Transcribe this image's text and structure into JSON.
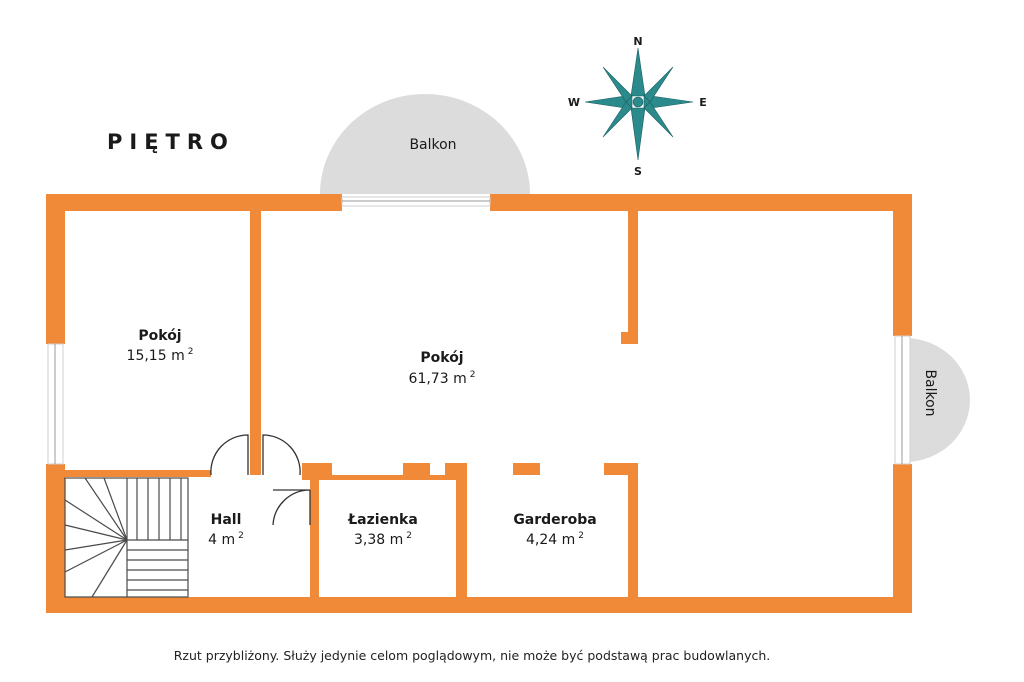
{
  "floor_title": "PIĘTRO",
  "disclaimer": "Rzut przybliżony. Służy jedynie celom poglądowym, nie może być podstawą prac budowlanych.",
  "compass": {
    "north": "N",
    "south": "S",
    "east": "E",
    "west": "W",
    "color": "#2a8a8c"
  },
  "colors": {
    "wall": "#f08a38",
    "balcony": "#dcdcdc",
    "window": "#cfcfcf"
  },
  "balconies": {
    "top_label": "Balkon",
    "right_label": "Balkon"
  },
  "rooms": {
    "room_left": {
      "name": "Pokój",
      "area": "15,15 m",
      "unit_sup": "2"
    },
    "room_main": {
      "name": "Pokój",
      "area": "61,73 m",
      "unit_sup": "2"
    },
    "hall": {
      "name": "Hall",
      "area": "4 m",
      "unit_sup": "2"
    },
    "bathroom": {
      "name": "Łazienka",
      "area": "3,38 m",
      "unit_sup": "2"
    },
    "wardrobe": {
      "name": "Garderoba",
      "area": "4,24 m",
      "unit_sup": "2"
    }
  }
}
